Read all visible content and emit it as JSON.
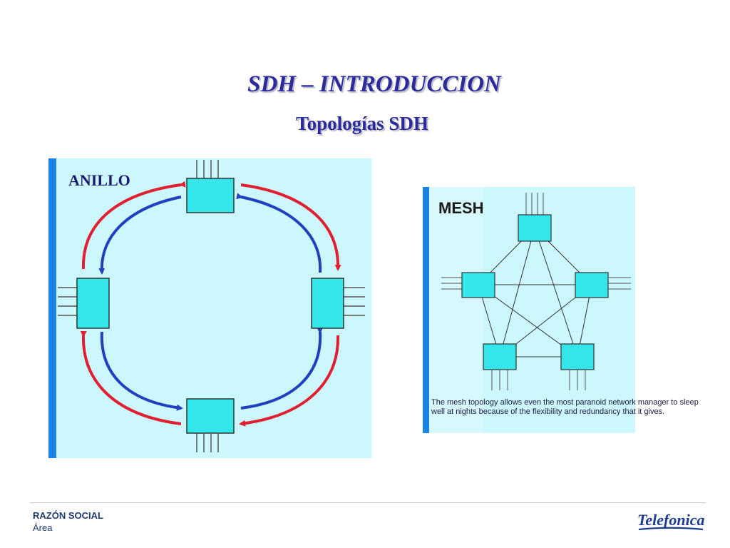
{
  "slide": {
    "title": "SDH – INTRODUCCION",
    "subtitle": "Topologías SDH"
  },
  "ring_diagram": {
    "label": "ANILLO",
    "nodes": [
      "top",
      "left",
      "right",
      "bottom"
    ],
    "arrow_colors": {
      "outer": "#e02030",
      "inner": "#2040c0"
    },
    "background": "#ccf7fc",
    "node_color": "#33e6ea"
  },
  "mesh_diagram": {
    "label": "MESH",
    "caption": "The mesh topology allows even the most paranoid network manager to sleep well at nights because of the flexibility and redundancy that it gives.",
    "nodes": [
      "top",
      "left",
      "right",
      "bottom-left",
      "bottom-right"
    ],
    "background": "#ccf7fc",
    "node_color": "#33e6ea"
  },
  "footer": {
    "company": "RAZÓN SOCIAL",
    "area": "Área",
    "brand": "Telefonica",
    "brand_color": "#1f3b8e"
  }
}
